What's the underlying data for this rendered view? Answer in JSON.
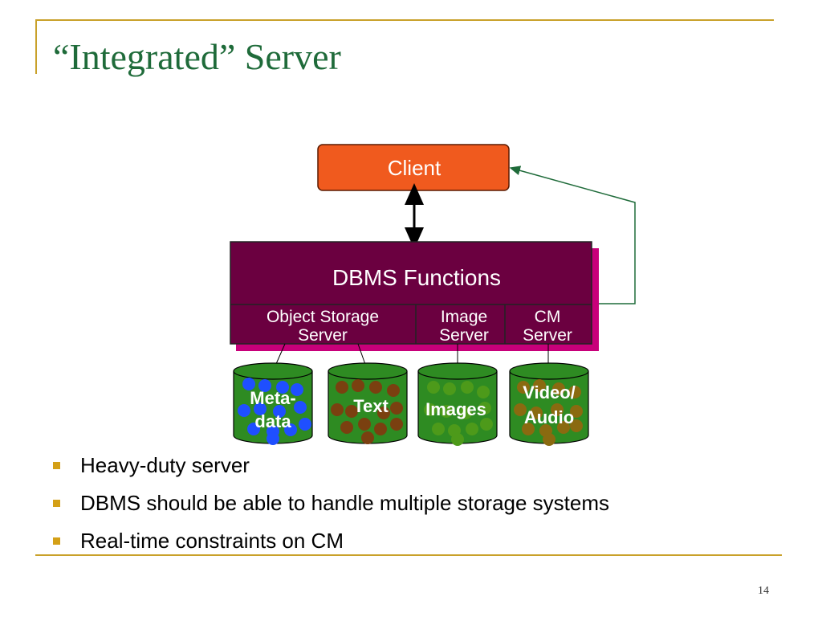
{
  "slide": {
    "title": "“Integrated” Server",
    "page_number": "14"
  },
  "diagram": {
    "client_label": "Client",
    "dbms_functions_label": "DBMS Functions",
    "servers": [
      {
        "line1": "Object Storage",
        "line2": "Server"
      },
      {
        "line1": "Image",
        "line2": "Server"
      },
      {
        "line1": "CM",
        "line2": "Server"
      }
    ],
    "storage": [
      {
        "line1": "Meta-",
        "line2": "data"
      },
      {
        "line1": "Text",
        "line2": ""
      },
      {
        "line1": "Images",
        "line2": ""
      },
      {
        "line1": "Video/",
        "line2": "Audio"
      }
    ]
  },
  "bullets": [
    "Heavy-duty server",
    "DBMS should be able to handle multiple storage systems",
    "Real-time constraints on CM"
  ],
  "colors": {
    "accent_gold": "#c9a12a",
    "title_green": "#1f6b3a",
    "client_orange": "#f05a1e",
    "dbms_maroon": "#6b0040",
    "shadow_magenta": "#c8007a",
    "cylinder_green": "#2e8b22",
    "dots_blue": "#1f4fff",
    "dots_brown": "#7a4010",
    "dots_green": "#4d9a1a",
    "dots_olive": "#8a6a10"
  }
}
